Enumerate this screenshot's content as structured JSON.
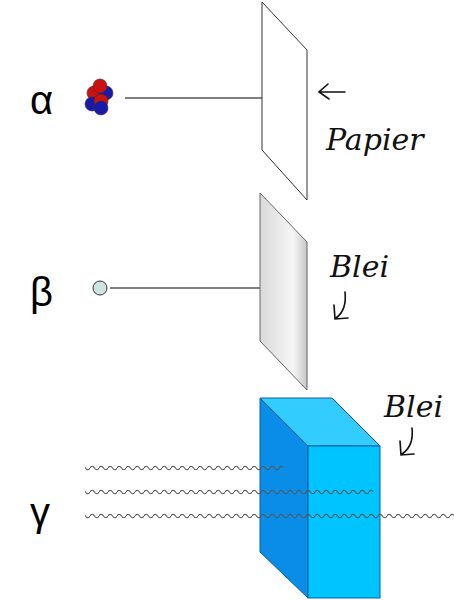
{
  "diagram": {
    "labels": [
      "α",
      "Papier",
      "β",
      "Blei",
      "γ",
      "Blei"
    ]
  }
}
